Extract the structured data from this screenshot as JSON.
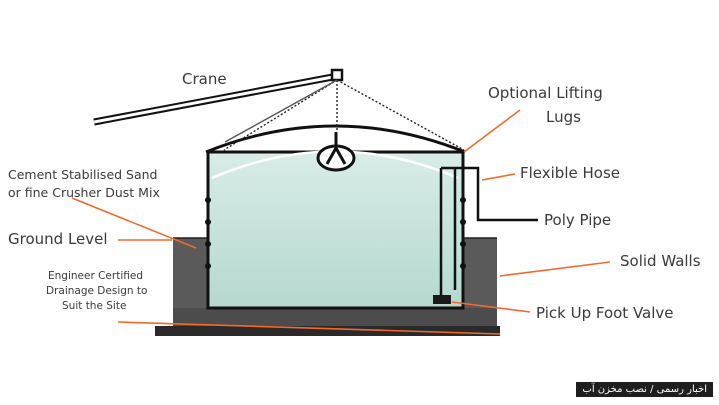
{
  "labels": {
    "crane": "Crane",
    "lifting_lugs_1": "Optional Lifting",
    "lifting_lugs_2": "Lugs",
    "flexible_hose": "Flexible Hose",
    "cement_1": "Cement Stabilised Sand",
    "cement_2": "or fine Crusher Dust Mix",
    "poly_pipe": "Poly Pipe",
    "ground_level": "Ground Level",
    "solid_walls": "Solid Walls",
    "drainage_1": "Engineer Certified",
    "drainage_2": "Drainage Design to",
    "drainage_3": "Suit the Site",
    "foot_valve": "Pick Up Foot Valve"
  },
  "caption": "اخبار رسمی / نصب مخزن آب",
  "colors": {
    "water": "#c9e3de",
    "water_dark": "#a9cfc8",
    "ground": "#5a5a5a",
    "outline": "#111111",
    "pointer": "#f26a2a",
    "text": "#3a3a3a"
  }
}
